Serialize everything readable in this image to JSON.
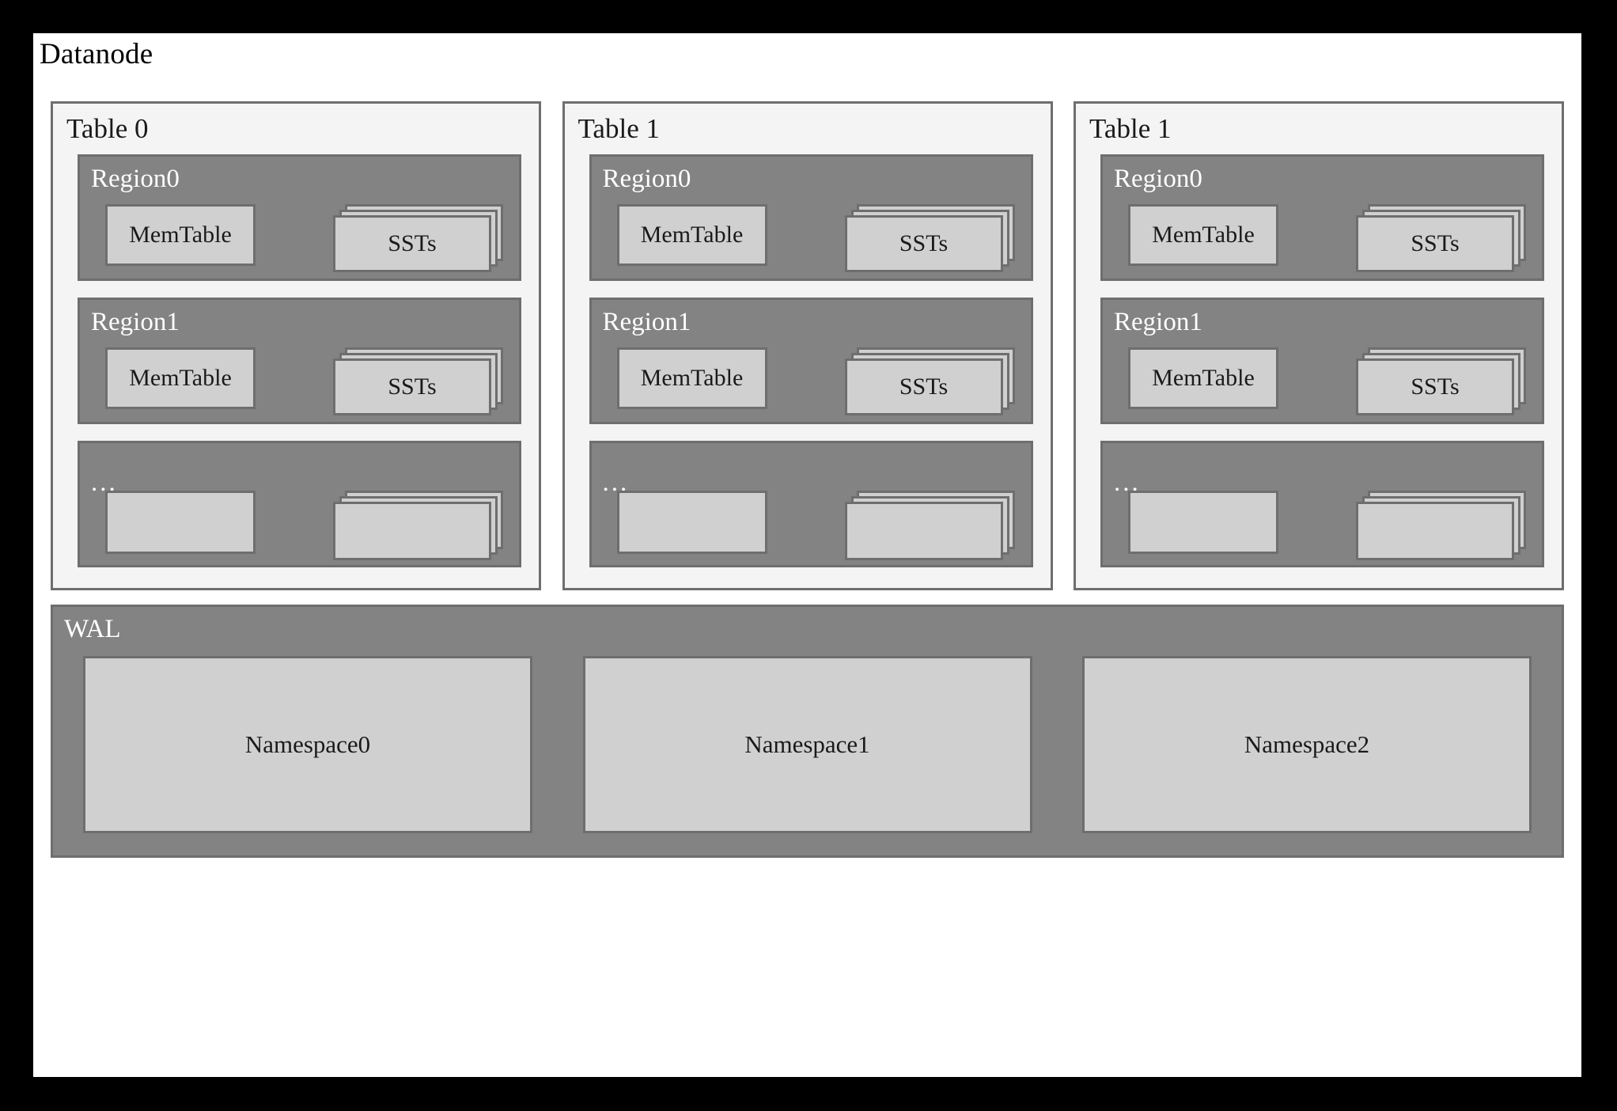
{
  "diagram": {
    "title": "Datanode",
    "colors": {
      "page_background": "#000000",
      "canvas": "#ffffff",
      "table_panel_fill": "#f4f4f4",
      "region_fill": "#838383",
      "box_fill": "#d0d0d0",
      "border": "#6e6e6e",
      "dark_text": "#1a1a1a",
      "light_text": "#ffffff"
    },
    "tables": [
      {
        "title": "Table 0",
        "regions": [
          {
            "label": "Region0",
            "memtable": "MemTable",
            "ssts": "SSTs",
            "stack_count": 3
          },
          {
            "label": "Region1",
            "memtable": "MemTable",
            "ssts": "SSTs",
            "stack_count": 3
          },
          {
            "label": "...",
            "memtable": "",
            "ssts": "",
            "stack_count": 3
          }
        ]
      },
      {
        "title": "Table 1",
        "regions": [
          {
            "label": "Region0",
            "memtable": "MemTable",
            "ssts": "SSTs",
            "stack_count": 3
          },
          {
            "label": "Region1",
            "memtable": "MemTable",
            "ssts": "SSTs",
            "stack_count": 3
          },
          {
            "label": "...",
            "memtable": "",
            "ssts": "",
            "stack_count": 3
          }
        ]
      },
      {
        "title": "Table 1",
        "regions": [
          {
            "label": "Region0",
            "memtable": "MemTable",
            "ssts": "SSTs",
            "stack_count": 3
          },
          {
            "label": "Region1",
            "memtable": "MemTable",
            "ssts": "SSTs",
            "stack_count": 3
          },
          {
            "label": "...",
            "memtable": "",
            "ssts": "",
            "stack_count": 3
          }
        ]
      }
    ],
    "wal": {
      "label": "WAL",
      "namespaces": [
        {
          "label": "Namespace0"
        },
        {
          "label": "Namespace1"
        },
        {
          "label": "Namespace2"
        }
      ]
    }
  }
}
